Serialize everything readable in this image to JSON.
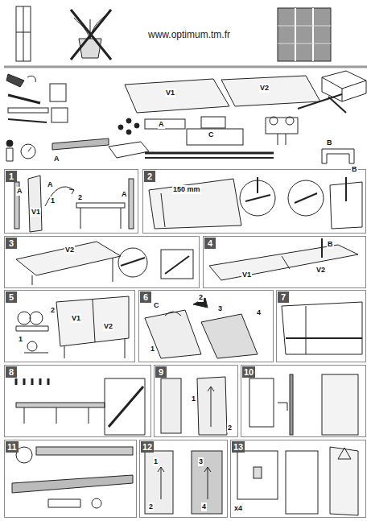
{
  "diagram": {
    "title": "www.optimum.tm.fr",
    "nodes": [
      {
        "text": [
          "1"
        ]
      },
      {
        "text": [
          "2"
        ]
      },
      {
        "text": [
          "3"
        ]
      },
      {
        "text": [
          "4"
        ]
      },
      {
        "text": [
          "5"
        ]
      },
      {
        "text": [
          "6"
        ]
      },
      {
        "text": [
          "7"
        ]
      },
      {
        "text": [
          "8"
        ]
      },
      {
        "text": [
          "9"
        ]
      },
      {
        "text": [
          "10"
        ]
      },
      {
        "text": [
          "11"
        ]
      },
      {
        "text": [
          "12"
        ]
      },
      {
        "text": [
          "13"
        ]
      }
    ],
    "edges": [],
    "labels": [
      "V1",
      "V2",
      "A",
      "C",
      "B",
      "A",
      "B",
      "A",
      "A",
      "V1",
      "1",
      "2",
      "A",
      "150 mm",
      "V2",
      "V1",
      "V2",
      "B",
      "1",
      "2",
      "V1",
      "V2",
      "C",
      "1",
      "2",
      "3",
      "4",
      "1",
      "2",
      "1",
      "2",
      "3",
      "4",
      "x4"
    ]
  }
}
